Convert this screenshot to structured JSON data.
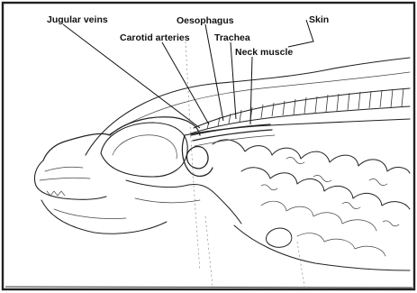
{
  "labels": {
    "jugular_veins": "Jugular veins",
    "oesophagus": "Oesophagus",
    "skin": "Skin",
    "carotid_arteries": "Carotid arteries",
    "trachea": "Trachea",
    "neck_muscle": "Neck muscle"
  }
}
